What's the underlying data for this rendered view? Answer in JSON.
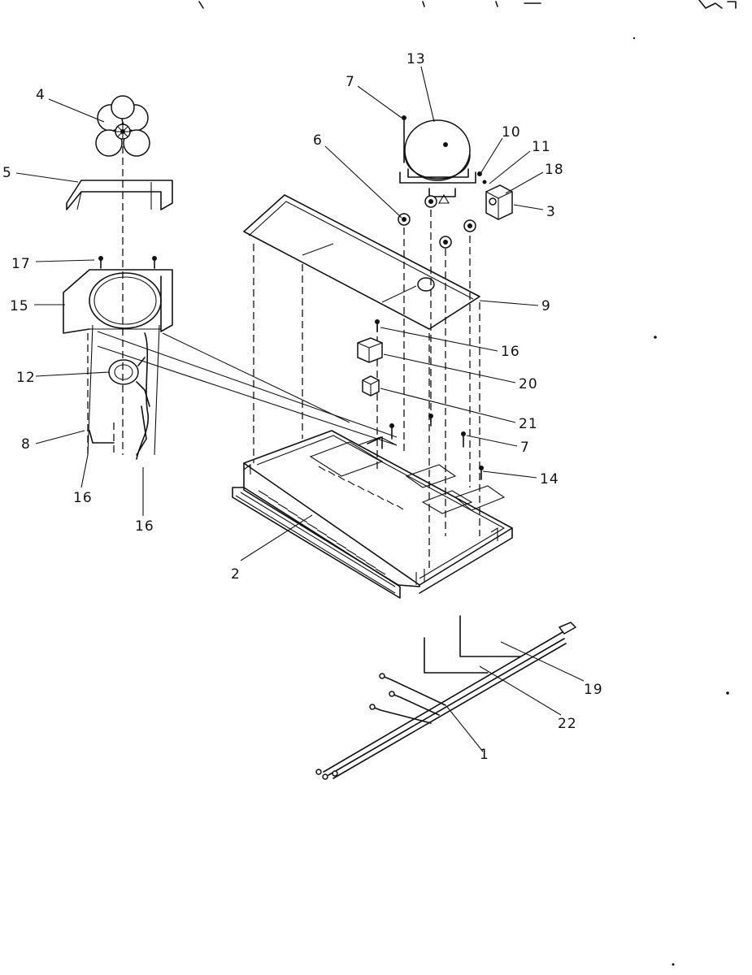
{
  "diagram": {
    "callouts": {
      "c1": "1",
      "c2": "2",
      "c3": "3",
      "c4": "4",
      "c5": "5",
      "c6": "6",
      "c7a": "7",
      "c7b": "7",
      "c8": "8",
      "c9": "9",
      "c10": "10",
      "c11": "11",
      "c12": "12",
      "c13": "13",
      "c14": "14",
      "c15": "15",
      "c16a": "16",
      "c16b": "16",
      "c16c": "16",
      "c17": "17",
      "c18": "18",
      "c19": "19",
      "c20": "20",
      "c21": "21",
      "c22": "22"
    },
    "ink_color": "#111111",
    "background_color": "#ffffff"
  }
}
